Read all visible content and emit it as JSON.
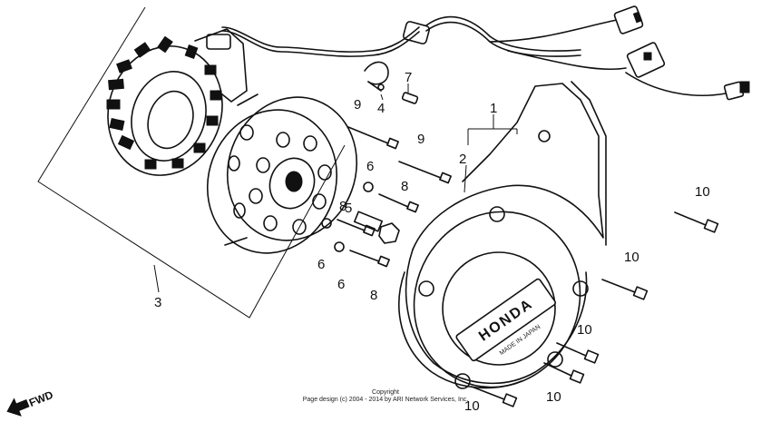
{
  "callouts": {
    "c1": "1",
    "c2": "2",
    "c3": "3",
    "c4": "4",
    "c5": "5",
    "c6a": "6",
    "c6b": "6",
    "c6c": "6",
    "c7": "7",
    "c8a": "8",
    "c8b": "8",
    "c8c": "8",
    "c9a": "9",
    "c9b": "9",
    "c10a": "10",
    "c10b": "10",
    "c10c": "10",
    "c10d": "10",
    "c10e": "10"
  },
  "direction_label": "FWD",
  "cover_logo": "HONDA",
  "cover_subtext": "MADE IN JAPAN",
  "copyright": {
    "line1": "Copyright",
    "line2": "Page design (c) 2004 - 2014 by ARI Network Services, Inc."
  }
}
